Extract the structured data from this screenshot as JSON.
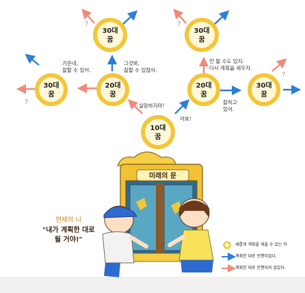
{
  "nodes": {
    "n10": {
      "age": "10대",
      "word": "꿈"
    },
    "n20_left": {
      "age": "20대",
      "word": "꿈"
    },
    "n20_right": {
      "age": "20대",
      "word": "꿈"
    },
    "n30_top_left": {
      "age": "30대",
      "word": "꿈"
    },
    "n30_top_right": {
      "age": "30대",
      "word": "꿈"
    },
    "n30_far_left": {
      "age": "30대",
      "word": "꿈"
    },
    "n30_right": {
      "age": "30대",
      "word": "꿈"
    }
  },
  "labels": {
    "gianne": "기운내,\n잘할 수 있어.",
    "geugeobwa": "그것봐,\n잘할 수 있잖아.",
    "silmang": "실망하지마!",
    "yaho": "야호!",
    "an_doel_su": "안 될 수도 있지.\n다시 계획을 세우자.",
    "jalhago": "잘하고\n있어."
  },
  "question_mark": "?",
  "door": {
    "title": "미래의 문"
  },
  "caption": {
    "role": "현재의 나",
    "quote": "\"내가 계획한 대로\n될 거야!\""
  },
  "legend": {
    "items": [
      {
        "symbol": "ring",
        "text": "새롭게 계획을 세울 수 있는 자"
      },
      {
        "symbol": "blue-arrow",
        "text": "계획한 대로 진행되었다."
      },
      {
        "symbol": "pink-arrow",
        "text": "계획한 대로 진행되지 않았다."
      }
    ]
  },
  "colors": {
    "ring_outer": "#f3c63a",
    "ring_inner": "#fff8d8",
    "blue_arrow": "#2e7fd6",
    "pink_arrow": "#f08a7a",
    "caption_role": "#c4872a"
  }
}
